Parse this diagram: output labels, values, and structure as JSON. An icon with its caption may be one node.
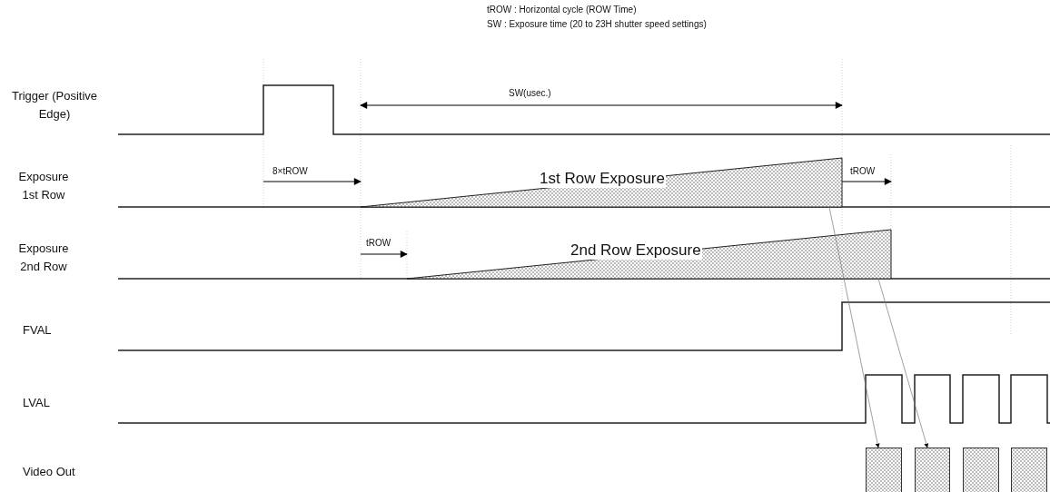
{
  "diagram": {
    "nodes": [
      {
        "text": [
          "1st Row Exposure"
        ]
      },
      {
        "text": [
          "2nd Row Exposure"
        ]
      },
      {
        "text": [],
        "shape": "box"
      },
      {
        "text": [],
        "shape": "box"
      },
      {
        "text": [],
        "shape": "box"
      },
      {
        "text": [],
        "shape": "box"
      }
    ],
    "edges": [
      {
        "from": 0,
        "to": 2,
        "arrow": "to"
      },
      {
        "from": 1,
        "to": 3,
        "arrow": "to"
      }
    ],
    "labels": [
      "tROW : Horizontal cycle (ROW Time)",
      "SW : Exposure time (20 to 23H shutter speed settings)",
      "Trigger (Positive Edge)",
      "SW(usec.)",
      "8×tROW",
      "Exposure 1st Row",
      "tROW",
      "Exposure 2nd Row",
      "tROW",
      "FVAL",
      "LVAL",
      "Video Out"
    ]
  }
}
